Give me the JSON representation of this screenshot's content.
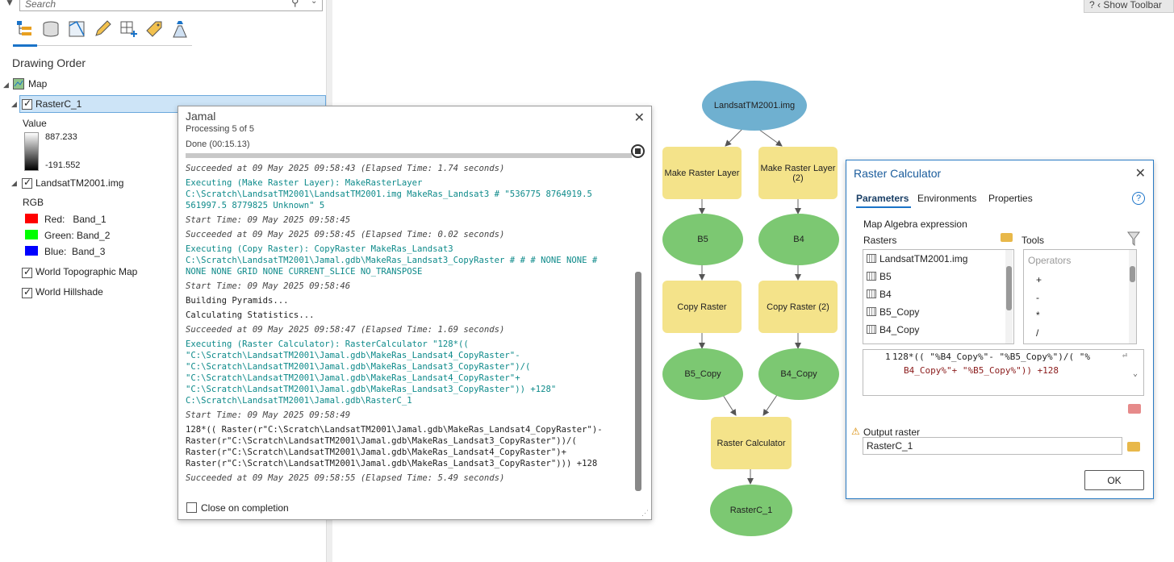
{
  "search": {
    "placeholder": "Search"
  },
  "contents": {
    "heading": "Drawing Order",
    "map_label": "Map",
    "layer1": {
      "name": "RasterC_1",
      "value_heading": "Value",
      "max": "887.233",
      "min": "-191.552"
    },
    "layer2": {
      "name": "LandsatTM2001.img",
      "rgb_heading": "RGB",
      "bands": [
        {
          "label": "Red:   Band_1",
          "color": "#ff0000"
        },
        {
          "label": "Green: Band_2",
          "color": "#00ff00"
        },
        {
          "label": "Blue:  Band_3",
          "color": "#0000ff"
        }
      ]
    },
    "layer3": {
      "name": "World Topographic Map"
    },
    "layer4": {
      "name": "World Hillshade"
    }
  },
  "show_toolbar": {
    "label": "Show Toolbar"
  },
  "gp_dialog": {
    "title": "Jamal",
    "processing": "Processing 5 of 5",
    "done": "Done (00:15.13)",
    "close_on_completion": "Close on completion",
    "log": [
      {
        "style": "ital",
        "lines": [
          "Succeeded at 09 May 2025 09:58:43 (Elapsed Time: 1.74 seconds)"
        ]
      },
      {
        "style": "teal",
        "lines": [
          "Executing (Make Raster Layer): MakeRasterLayer",
          "C:\\Scratch\\LandsatTM2001\\LandsatTM2001.img MakeRas_Landsat3 # \"536775 8764919.5",
          "561997.5 8779825 Unknown\" 5"
        ]
      },
      {
        "style": "ital",
        "lines": [
          "Start Time: 09 May 2025 09:58:45"
        ]
      },
      {
        "style": "ital",
        "lines": [
          "Succeeded at 09 May 2025 09:58:45 (Elapsed Time: 0.02 seconds)"
        ]
      },
      {
        "style": "teal",
        "lines": [
          "Executing (Copy Raster): CopyRaster MakeRas_Landsat3",
          "C:\\Scratch\\LandsatTM2001\\Jamal.gdb\\MakeRas_Landsat3_CopyRaster # # # NONE NONE #",
          "NONE NONE GRID NONE CURRENT_SLICE NO_TRANSPOSE"
        ]
      },
      {
        "style": "ital",
        "lines": [
          "Start Time: 09 May 2025 09:58:46"
        ]
      },
      {
        "style": "plain",
        "lines": [
          "Building Pyramids..."
        ]
      },
      {
        "style": "plain",
        "lines": [
          "Calculating Statistics..."
        ]
      },
      {
        "style": "ital",
        "lines": [
          "Succeeded at 09 May 2025 09:58:47 (Elapsed Time: 1.69 seconds)"
        ]
      },
      {
        "style": "teal",
        "lines": [
          "Executing (Raster Calculator): RasterCalculator \"128*((",
          "\"C:\\Scratch\\LandsatTM2001\\Jamal.gdb\\MakeRas_Landsat4_CopyRaster\"-",
          "\"C:\\Scratch\\LandsatTM2001\\Jamal.gdb\\MakeRas_Landsat3_CopyRaster\")/(",
          "\"C:\\Scratch\\LandsatTM2001\\Jamal.gdb\\MakeRas_Landsat4_CopyRaster\"+",
          "\"C:\\Scratch\\LandsatTM2001\\Jamal.gdb\\MakeRas_Landsat3_CopyRaster\")) +128\"",
          "C:\\Scratch\\LandsatTM2001\\Jamal.gdb\\RasterC_1"
        ]
      },
      {
        "style": "ital",
        "lines": [
          "Start Time: 09 May 2025 09:58:49"
        ]
      },
      {
        "style": "plain",
        "lines": [
          "128*(( Raster(r\"C:\\Scratch\\LandsatTM2001\\Jamal.gdb\\MakeRas_Landsat4_CopyRaster\")-",
          "Raster(r\"C:\\Scratch\\LandsatTM2001\\Jamal.gdb\\MakeRas_Landsat3_CopyRaster\"))/(",
          "Raster(r\"C:\\Scratch\\LandsatTM2001\\Jamal.gdb\\MakeRas_Landsat4_CopyRaster\")+",
          "Raster(r\"C:\\Scratch\\LandsatTM2001\\Jamal.gdb\\MakeRas_Landsat3_CopyRaster\"))) +128"
        ]
      },
      {
        "style": "ital",
        "lines": [
          "Succeeded at 09 May 2025 09:58:55 (Elapsed Time: 5.49 seconds)"
        ]
      }
    ]
  },
  "model": {
    "input": "LandsatTM2001.img",
    "make1": "Make Raster Layer",
    "make2": "Make Raster Layer (2)",
    "b5": "B5",
    "b4": "B4",
    "copy1": "Copy Raster",
    "copy2": "Copy Raster (2)",
    "b5copy": "B5_Copy",
    "b4copy": "B4_Copy",
    "calc": "Raster Calculator",
    "out": "RasterC_1"
  },
  "raster_calculator": {
    "title": "Raster Calculator",
    "tabs": [
      "Parameters",
      "Environments",
      "Properties"
    ],
    "expr_label": "Map Algebra expression",
    "rasters_label": "Rasters",
    "tools_label": "Tools",
    "rasters": [
      "LandsatTM2001.img",
      "B5",
      "B4",
      "B5_Copy",
      "B4_Copy"
    ],
    "operators_placeholder": "Operators",
    "operators": [
      "+",
      "-",
      "*",
      "/"
    ],
    "expression_line_no": "1",
    "expression_line1": "128*(( \"%B4_Copy%\"- \"%B5_Copy%\")/( \"%",
    "expression_line2": "B4_Copy%\"+ \"%B5_Copy%\")) +128",
    "output_label": "Output raster",
    "output_value": "RasterC_1",
    "ok_label": "OK"
  }
}
